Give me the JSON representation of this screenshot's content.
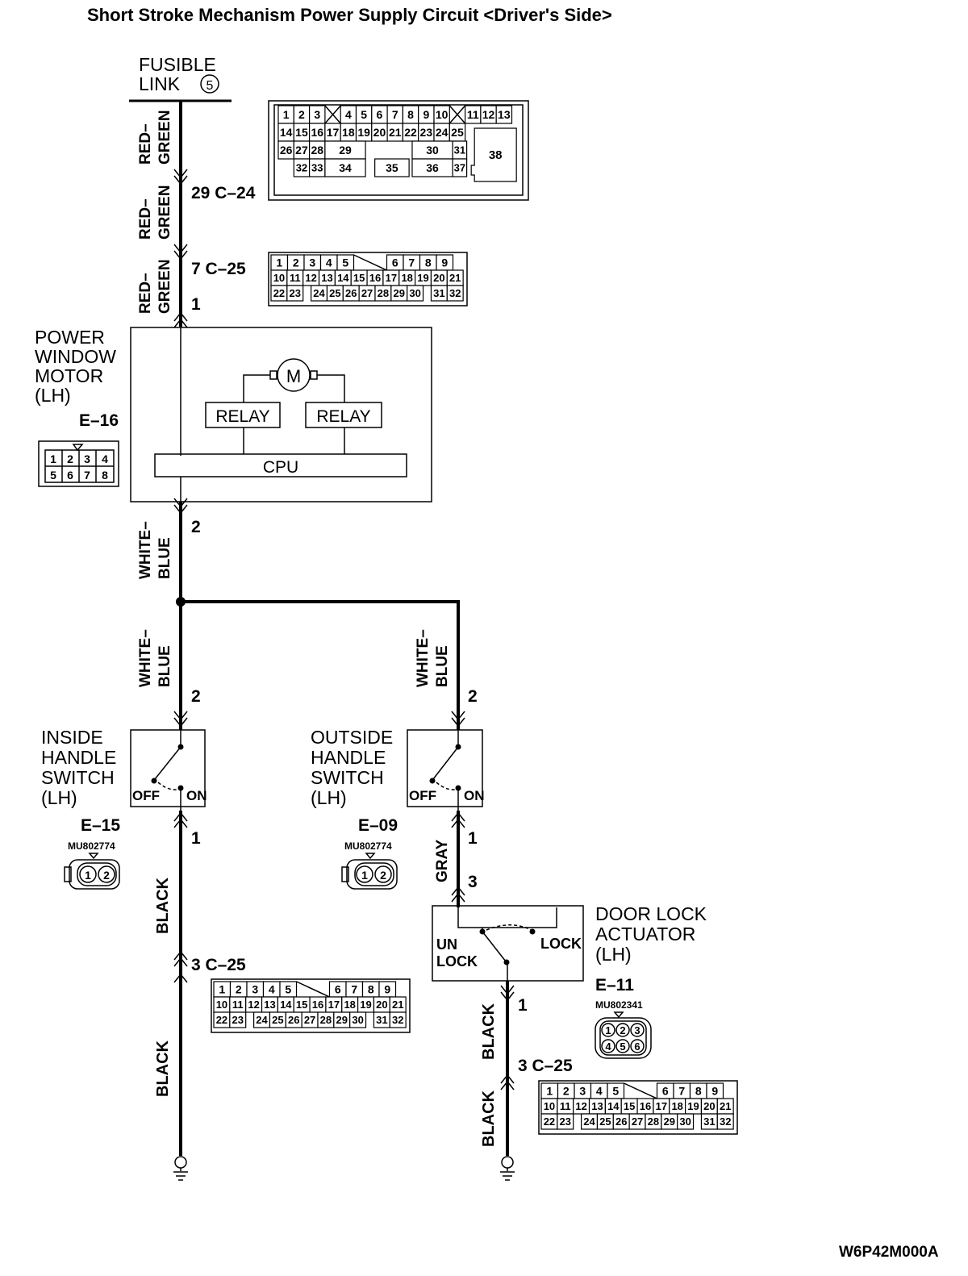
{
  "title": "Short Stroke Mechanism Power Supply Circuit <Driver's Side>",
  "fusible_link": {
    "line1": "FUSIBLE",
    "line2": "LINK",
    "number": "5"
  },
  "wire_colors": {
    "red_green_top": "RED–",
    "red_green_bottom": "GREEN",
    "white_blue_top": "WHITE–",
    "white_blue_bottom": "BLUE",
    "black": "BLACK",
    "gray": "GRAY"
  },
  "connectors": {
    "c24_label": "29  C–24",
    "c25_top_label": "7  C–25",
    "c25_left_label": "3  C–25",
    "c25_right_label": "3  C–25",
    "pin_1": "1",
    "pin_2": "2",
    "pin_3": "3",
    "c24_pins": [
      "1",
      "2",
      "3",
      "4",
      "5",
      "6",
      "7",
      "8",
      "9",
      "10",
      "11",
      "12",
      "13",
      "14",
      "15",
      "16",
      "17",
      "18",
      "19",
      "20",
      "21",
      "22",
      "23",
      "24",
      "25",
      "26",
      "27",
      "28",
      "29",
      "30",
      "31",
      "32",
      "33",
      "34",
      "35",
      "36",
      "37",
      "38"
    ],
    "c25_pins": [
      "1",
      "2",
      "3",
      "4",
      "5",
      "6",
      "7",
      "8",
      "9",
      "10",
      "11",
      "12",
      "13",
      "14",
      "15",
      "16",
      "17",
      "18",
      "19",
      "20",
      "21",
      "22",
      "23",
      "24",
      "25",
      "26",
      "27",
      "28",
      "29",
      "30",
      "31",
      "32"
    ]
  },
  "power_window_motor": {
    "name_lines": [
      "POWER",
      "WINDOW",
      "MOTOR",
      "(LH)"
    ],
    "code": "E–16",
    "motor_symbol": "M",
    "relay_left": "RELAY",
    "relay_right": "RELAY",
    "cpu": "CPU",
    "pins": [
      "1",
      "2",
      "3",
      "4",
      "5",
      "6",
      "7",
      "8"
    ]
  },
  "inside_handle_switch": {
    "name_lines": [
      "INSIDE",
      "HANDLE",
      "SWITCH",
      "(LH)"
    ],
    "code": "E–15",
    "part_number": "MU802774",
    "off": "OFF",
    "on": "ON",
    "pins": [
      "1",
      "2"
    ]
  },
  "outside_handle_switch": {
    "name_lines": [
      "OUTSIDE",
      "HANDLE",
      "SWITCH",
      "(LH)"
    ],
    "code": "E–09",
    "part_number": "MU802774",
    "off": "OFF",
    "on": "ON",
    "pins": [
      "1",
      "2"
    ]
  },
  "door_lock_actuator": {
    "name_lines": [
      "DOOR LOCK",
      "ACTUATOR",
      "(LH)"
    ],
    "code": "E–11",
    "part_number": "MU802341",
    "unlock_line1": "UN",
    "unlock_line2": "LOCK",
    "lock": "LOCK",
    "pins": [
      "1",
      "2",
      "3",
      "4",
      "5",
      "6"
    ]
  },
  "figure_code": "W6P42M000A"
}
